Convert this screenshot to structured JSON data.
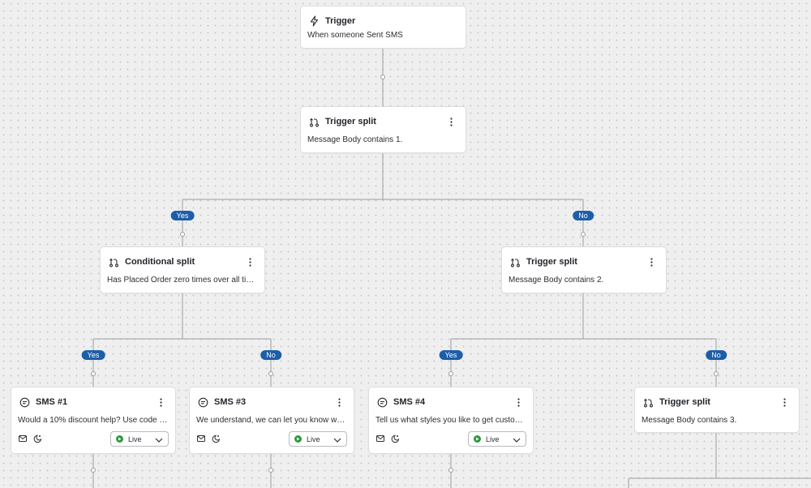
{
  "canvas": {
    "title": "Flow builder"
  },
  "nodes": {
    "trigger": {
      "icon": "lightning-icon",
      "title": "Trigger",
      "text": "When someone Sent SMS"
    },
    "trigger_split_1": {
      "icon": "split-icon",
      "title": "Trigger split",
      "text": "Message Body contains 1."
    },
    "conditional_split": {
      "icon": "split-icon",
      "title": "Conditional split",
      "text": "Has Placed Order zero times over all time."
    },
    "trigger_split_2": {
      "icon": "split-icon",
      "title": "Trigger split",
      "text": "Message Body contains 2."
    },
    "sms_1": {
      "icon": "message-icon",
      "title": "SMS #1",
      "text": "Would a 10% discount help? Use code G...",
      "status": "Live"
    },
    "sms_3": {
      "icon": "message-icon",
      "title": "SMS #3",
      "text": "We understand, we can let you know whe...",
      "status": "Live"
    },
    "sms_4": {
      "icon": "message-icon",
      "title": "SMS #4",
      "text": "Tell us what styles you like to get custom ...",
      "status": "Live"
    },
    "trigger_split_3": {
      "icon": "split-icon",
      "title": "Trigger split",
      "text": "Message Body contains 3."
    }
  },
  "branch_labels": {
    "split1_yes": "Yes",
    "split1_no": "No",
    "cond_yes": "Yes",
    "cond_no": "No",
    "split2_yes": "Yes",
    "split2_no": "No"
  },
  "colors": {
    "pill": "#1d5ea8",
    "live_dot": "#2b9a3e",
    "line": "#9a9ca1"
  }
}
